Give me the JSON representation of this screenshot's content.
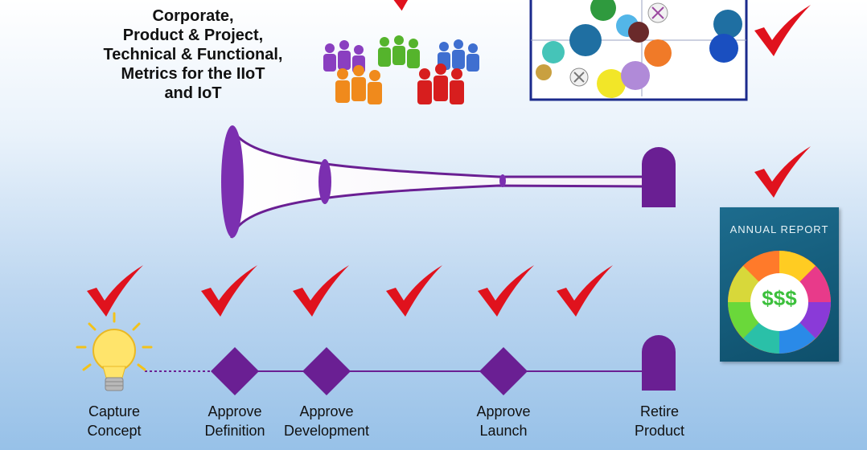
{
  "title_lines": [
    "Corporate,",
    "Product & Project,",
    "Technical & Functional,",
    "Metrics for the IIoT",
    "and IoT"
  ],
  "stages": {
    "capture": [
      "Capture",
      "Concept"
    ],
    "approve_definition": [
      "Approve",
      "Definition"
    ],
    "approve_development": [
      "Approve",
      "Development"
    ],
    "approve_launch": [
      "Approve",
      "Launch"
    ],
    "retire": [
      "Retire",
      "Product"
    ]
  },
  "annual_report": {
    "title": "ANNUAL REPORT",
    "money": "$$$"
  },
  "colors": {
    "purple": "#6a1f93",
    "check_red": "#e0121d",
    "bulb_yellow": "#ffe46b"
  },
  "icons": [
    "lightbulb-icon",
    "people-group-icon",
    "annual-report-icon",
    "checkmark-icon"
  ]
}
